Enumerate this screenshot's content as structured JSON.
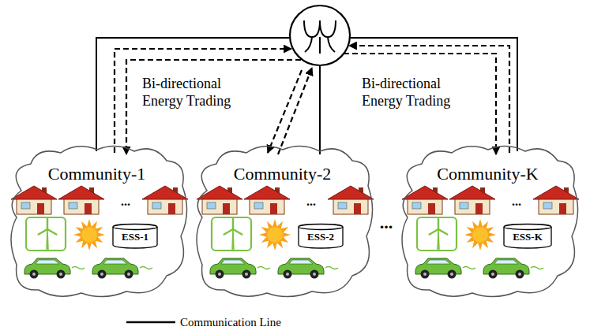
{
  "diagram": {
    "nodes": [
      {
        "text": [
          "Community-1"
        ]
      },
      {
        "text": [
          "ESS-1"
        ],
        "in": 0
      },
      {
        "text": [
          "Community-2"
        ]
      },
      {
        "text": [
          "ESS-2"
        ],
        "in": 2
      },
      {
        "text": [
          "Community-K"
        ]
      },
      {
        "text": [
          "ESS-K"
        ],
        "in": 4
      }
    ],
    "labels": [
      "Bi-directional Energy Trading",
      "Bi-directional Energy Trading",
      "...",
      "...",
      "...",
      "..."
    ],
    "legend": [
      {
        "text": "Communication Line"
      }
    ]
  }
}
